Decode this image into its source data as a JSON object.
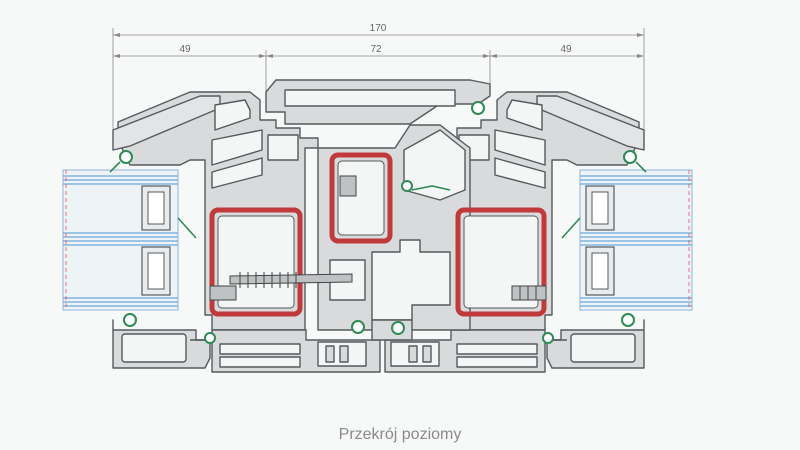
{
  "dimensions": {
    "total": "170",
    "left": "49",
    "middle": "72",
    "right": "49"
  },
  "caption": "Przekrój poziomy",
  "colors": {
    "profile_fill": "#d9dadb",
    "profile_stroke": "#555a5c",
    "steel_reinforcement": "#c0393b",
    "glass_blue": "#6fa8d8",
    "seal_green": "#2f8a55"
  }
}
